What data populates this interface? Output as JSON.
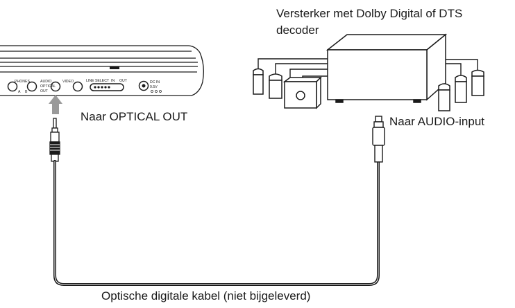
{
  "labels": {
    "amplifier": "Versterker met Dolby Digital of DTS decoder",
    "optical_out": "Naar OPTICAL OUT",
    "audio_input": "Naar AUDIO-input",
    "cable": "Optische digitale kabel (niet bijgeleverd)"
  },
  "player_panel": {
    "phones": "PHONES",
    "jack_a": "A",
    "jack_b": "B",
    "audio": "AUDIO",
    "optical": "OPTICAL",
    "out": "OUT",
    "video": "VIDEO",
    "line_select": "LINE SELECT",
    "in": "IN",
    "out2": "OUT",
    "dc_in": "DC IN",
    "voltage": "9.5V"
  },
  "colors": {
    "line": "#1a1a1a",
    "arrow": "#9a9a9a",
    "background": "#ffffff"
  }
}
